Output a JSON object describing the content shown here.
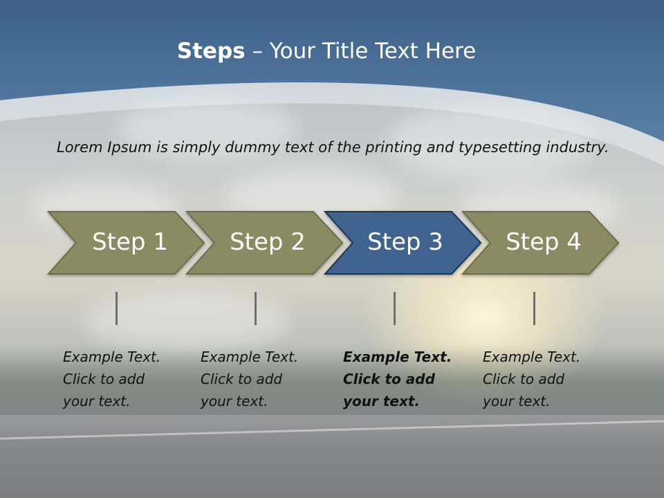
{
  "title": {
    "bold": "Steps",
    "rest": " – Your Title Text Here"
  },
  "lead": "Lorem Ipsum is simply dummy text of the printing and typesetting industry.",
  "steps": [
    {
      "label": "Step 1",
      "lines": [
        "Example Text.",
        "Click  to add",
        "your text."
      ]
    },
    {
      "label": "Step 2",
      "lines": [
        "Example Text.",
        "Click  to add",
        "your text."
      ]
    },
    {
      "label": "Step 3",
      "lines": [
        "Example Text.",
        "Click  to add",
        "your text."
      ]
    },
    {
      "label": "Step 4",
      "lines": [
        "Example Text.",
        "Click  to add",
        "your text."
      ]
    }
  ],
  "active_step": 3,
  "colors": {
    "header": "#4a6f94",
    "step": "#8b8a62",
    "step_active": "#3f6490",
    "text": "#111111"
  }
}
